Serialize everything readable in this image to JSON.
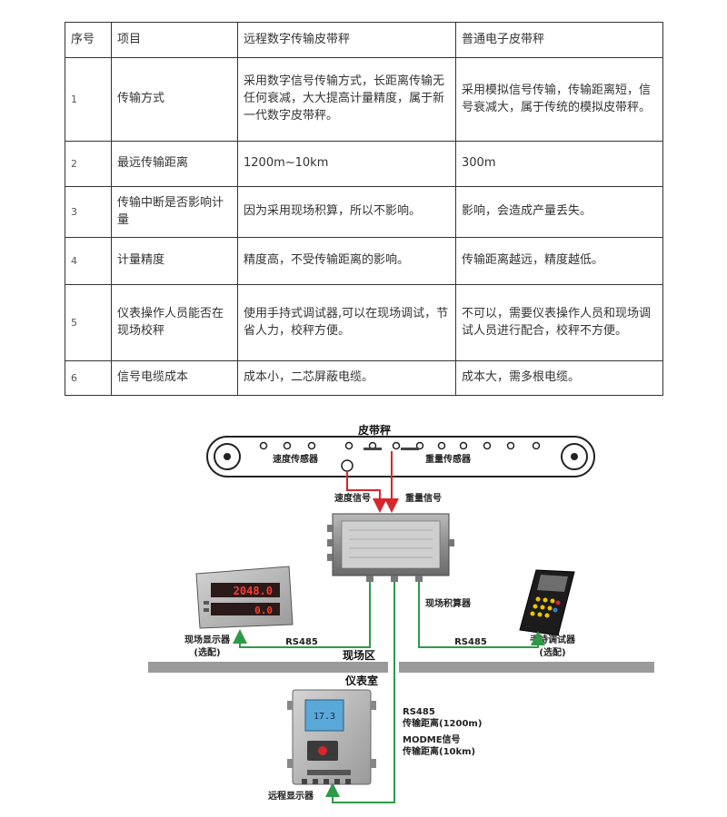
{
  "table": {
    "headers": [
      "序号",
      "项目",
      "远程数字传输皮带秤",
      "普通电子皮带秤"
    ],
    "rows": [
      [
        "1",
        "传输方式",
        "采用数字信号传输方式，长距离传输无任何衰减，大大提高计量精度，属于新一代数字皮带秤。",
        "采用模拟信号传输，传输距离短，信号衰减大，属于传统的模拟皮带秤。"
      ],
      [
        "2",
        "最远传输距离",
        "1200m~10km",
        "300m"
      ],
      [
        "3",
        "传输中断是否影响计量",
        "因为采用现场积算，所以不影响。",
        "影响，会造成产量丢失。"
      ],
      [
        "4",
        "计量精度",
        "精度高，不受传输距离的影响。",
        "传输距离越远，精度越低。"
      ],
      [
        "5",
        "仪表操作人员能否在现场校秤",
        "使用手持式调试器,可以在现场调试，节省人力，校秤方便。",
        "不可以，需要仪表操作人员和现场调试人员进行配合，校秤不方便。"
      ],
      [
        "6",
        "信号电缆成本",
        "成本小，二芯屏蔽电缆。",
        "成本大，需多根电缆。"
      ]
    ]
  },
  "diagram": {
    "belt_scale": "皮带秤",
    "speed_sensor": "速度传感器",
    "weight_sensor": "重量传感器",
    "speed_signal": "速度信号",
    "weight_signal": "重量信号",
    "field_integrator": "现场积算器",
    "field_display": "现场显示器",
    "field_display_opt": "(选配)",
    "handheld": "手持调试器",
    "handheld_opt": "(选配)",
    "rs485_left": "RS485",
    "rs485_right": "RS485",
    "field_area": "现场区",
    "control_room": "仪表室",
    "rs485_note": "RS485",
    "rs485_distance": "传输距离(1200m)",
    "modbus_note": "MODME信号",
    "modbus_distance": "传输距离(10km)",
    "remote_display": "远程显示器",
    "display_value_1": "2048.0",
    "display_value_2": "0.0",
    "remote_value": "17.3"
  },
  "colors": {
    "signal_red": "#d8262a",
    "link_green": "#2e9a48",
    "panel_gray": "#9a9a9a"
  }
}
